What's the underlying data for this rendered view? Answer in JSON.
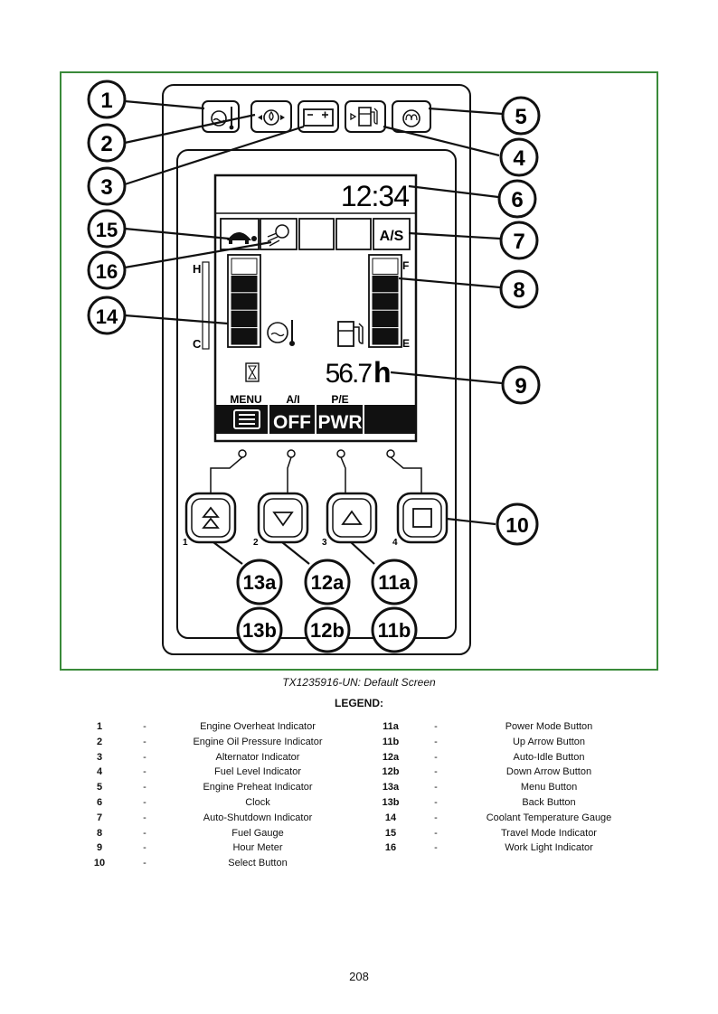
{
  "figure": {
    "callouts": [
      "1",
      "2",
      "3",
      "4",
      "5",
      "6",
      "7",
      "8",
      "9",
      "10",
      "11a",
      "11b",
      "12a",
      "12b",
      "13a",
      "13b",
      "14",
      "15",
      "16"
    ],
    "display": {
      "clock": "12:34",
      "auto_shutdown": "A/S",
      "hours_value": "56.7",
      "hours_unit": "h",
      "fuel_full": "F",
      "fuel_empty": "E",
      "temp_hot": "H",
      "temp_cold": "C",
      "softkeys": [
        {
          "label": "MENU",
          "value": ""
        },
        {
          "label": "A/I",
          "value": "OFF"
        },
        {
          "label": "P/E",
          "value": "PWR"
        },
        {
          "label": "",
          "value": ""
        }
      ],
      "coolant_level": 0.71,
      "fuel_level": 0.86
    },
    "button_numbers": [
      "1",
      "2",
      "3",
      "4"
    ],
    "icons": [
      "engine-overheat-icon",
      "oil-pressure-icon",
      "alternator-icon",
      "fuel-level-icon",
      "preheat-icon",
      "turtle-icon",
      "work-light-icon",
      "hourglass-icon",
      "menu-list-icon",
      "double-up-arrow-icon",
      "down-arrow-icon",
      "up-arrow-icon",
      "square-icon"
    ]
  },
  "caption": "TX1235916-UN: Default Screen",
  "legend_title": "LEGEND:",
  "legend_left": [
    {
      "num": "1",
      "dash": "-",
      "desc": "Engine Overheat Indicator"
    },
    {
      "num": "2",
      "dash": "-",
      "desc": "Engine Oil Pressure Indicator"
    },
    {
      "num": "3",
      "dash": "-",
      "desc": "Alternator Indicator"
    },
    {
      "num": "4",
      "dash": "-",
      "desc": "Fuel Level Indicator"
    },
    {
      "num": "5",
      "dash": "-",
      "desc": "Engine Preheat Indicator"
    },
    {
      "num": "6",
      "dash": "-",
      "desc": "Clock"
    },
    {
      "num": "7",
      "dash": "-",
      "desc": "Auto-Shutdown Indicator"
    },
    {
      "num": "8",
      "dash": "-",
      "desc": "Fuel Gauge"
    },
    {
      "num": "9",
      "dash": "-",
      "desc": "Hour Meter"
    },
    {
      "num": "10",
      "dash": "-",
      "desc": "Select Button"
    }
  ],
  "legend_right": [
    {
      "num": "11a",
      "dash": "-",
      "desc": "Power Mode Button"
    },
    {
      "num": "11b",
      "dash": "-",
      "desc": "Up Arrow Button"
    },
    {
      "num": "12a",
      "dash": "-",
      "desc": "Auto-Idle Button"
    },
    {
      "num": "12b",
      "dash": "-",
      "desc": "Down Arrow Button"
    },
    {
      "num": "13a",
      "dash": "-",
      "desc": "Menu Button"
    },
    {
      "num": "13b",
      "dash": "-",
      "desc": "Back Button"
    },
    {
      "num": "14",
      "dash": "-",
      "desc": "Coolant Temperature Gauge"
    },
    {
      "num": "15",
      "dash": "-",
      "desc": "Travel Mode Indicator"
    },
    {
      "num": "16",
      "dash": "-",
      "desc": "Work Light Indicator"
    }
  ],
  "page_number": "208",
  "colors": {
    "frame_border": "#3a8a3a",
    "ink": "#111111"
  }
}
